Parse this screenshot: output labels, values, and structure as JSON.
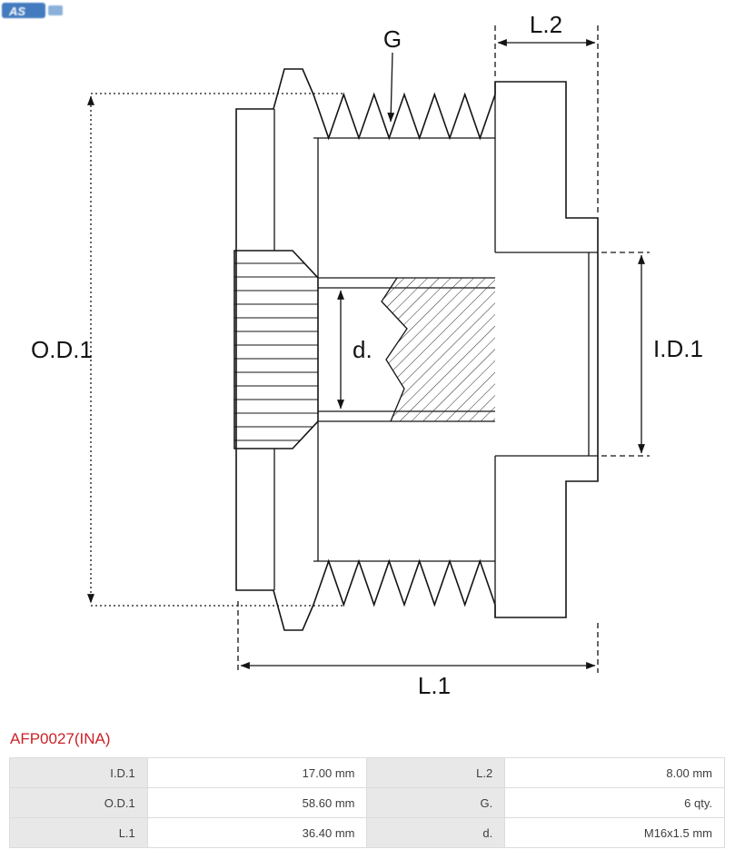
{
  "brand": {
    "logo_text": "AS"
  },
  "drawing": {
    "labels": {
      "g": "G",
      "l2": "L.2",
      "od1": "O.D.1",
      "id1": "I.D.1",
      "d": "d.",
      "l1": "L.1"
    }
  },
  "part_number": "AFP0027(INA)",
  "specs": {
    "rows": [
      {
        "label1": "I.D.1",
        "value1": "17.00 mm",
        "label2": "L.2",
        "value2": "8.00 mm"
      },
      {
        "label1": "O.D.1",
        "value1": "58.60 mm",
        "label2": "G.",
        "value2": "6 qty."
      },
      {
        "label1": "L.1",
        "value1": "36.40 mm",
        "label2": "d.",
        "value2": "M16x1.5 mm"
      }
    ]
  },
  "colors": {
    "part_number_red": "#cc2127",
    "logo_blue": "#2f6db8",
    "table_label_bg": "#e8e8e8",
    "table_border": "#dcdcdc",
    "drawing_line": "#141414"
  }
}
